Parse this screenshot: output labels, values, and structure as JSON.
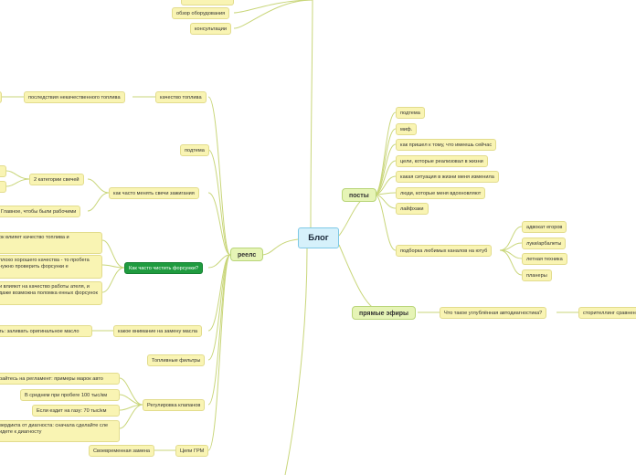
{
  "root": "Блог",
  "branches": {
    "reels": "реелс",
    "posts": "посты",
    "live": "прямые эфиры"
  },
  "top_nodes": [
    "обзор оборудования",
    "консультации"
  ],
  "reels_items": {
    "fuel_quality": "качество топлива",
    "fuel_consequences": "последствия некачественного топлива",
    "subtopic": "подтема",
    "spark_change": "как часто менять свечи зажигания",
    "spark_categories": "2 категории свечей",
    "spark_main": "Главное, чтобы были рабочими",
    "injectors_clean": "Как часто чистить форсунки?",
    "injectors_sub1": "ок влияет качество топлива и",
    "injectors_sub2": "плохо хорошего качества - то пробега нужно проверить форсунки е",
    "injectors_sub3": "и влияют на качество работы ателя, и даже возможна поломка енных форсунок",
    "oil_change": "какое внимание на замену масла",
    "oil_sub": "ть: заливать оригинальное масло",
    "fuel_filters": "Топливные фильтры",
    "valves": "Регулировка клапанов",
    "valves_sub1": "райтесь на регламент: примеры марок авто",
    "valves_sub2": "В среднем при пробеге 100 тыс/км",
    "valves_sub3": "Если ездит на газу: 70 тыс/км",
    "valves_sub4": "вердикта от диагноста: сначала сделайте сле идете к диагносту",
    "timing_chain": "Цепи ГРМ",
    "timing_sub": "Своевременная замена"
  },
  "posts_items": [
    "подтема",
    "миф.",
    "как пришел к тому, что имеешь сейчас",
    "цели, которые реализовал в жизни",
    "какая ситуация в жизни меня изменила",
    "люди, которые меня вдохновляют",
    "лайфхаки",
    "подборка любимых каналов на ютуб"
  ],
  "youtube_channels": [
    "адвокат егоров",
    "луки/арбалеты",
    "летная техника",
    "планеры"
  ],
  "live_items": {
    "diag": "Что такое углублённая автодиагностика?",
    "story": "сторителлинг сравнения"
  },
  "colors": {
    "node_fill": "#f9f4b3",
    "branch_fill": "#e6f4b6",
    "root_fill": "#d6f1fb",
    "highlight_green": "#1f9b3f",
    "link": "#c9d67a"
  }
}
